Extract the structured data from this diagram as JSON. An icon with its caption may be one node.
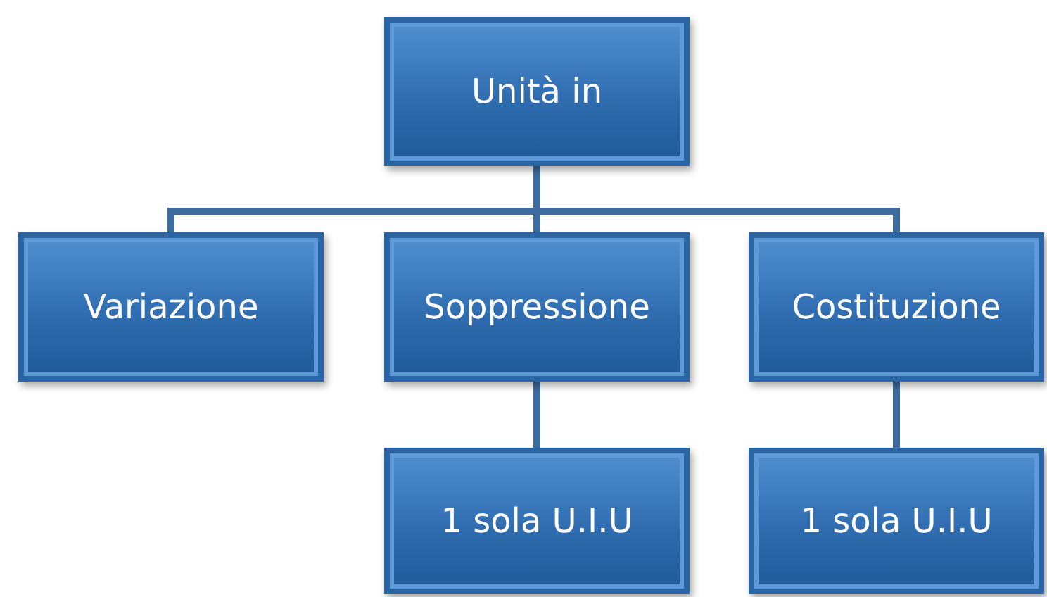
{
  "diagram": {
    "nodes": [
      {
        "text": [
          "Unità in"
        ]
      },
      {
        "text": [
          "Variazione"
        ]
      },
      {
        "text": [
          "Soppressione"
        ]
      },
      {
        "text": [
          "Costituzione"
        ]
      },
      {
        "text": [
          "1 sola U.I.U"
        ]
      },
      {
        "text": [
          "1 sola U.I.U"
        ]
      }
    ],
    "edges": [
      {
        "from": 0,
        "to": 1,
        "arrow": "none"
      },
      {
        "from": 0,
        "to": 2,
        "arrow": "none"
      },
      {
        "from": 0,
        "to": 3,
        "arrow": "none"
      },
      {
        "from": 2,
        "to": 4,
        "arrow": "none"
      },
      {
        "from": 3,
        "to": 5,
        "arrow": "none"
      }
    ]
  }
}
